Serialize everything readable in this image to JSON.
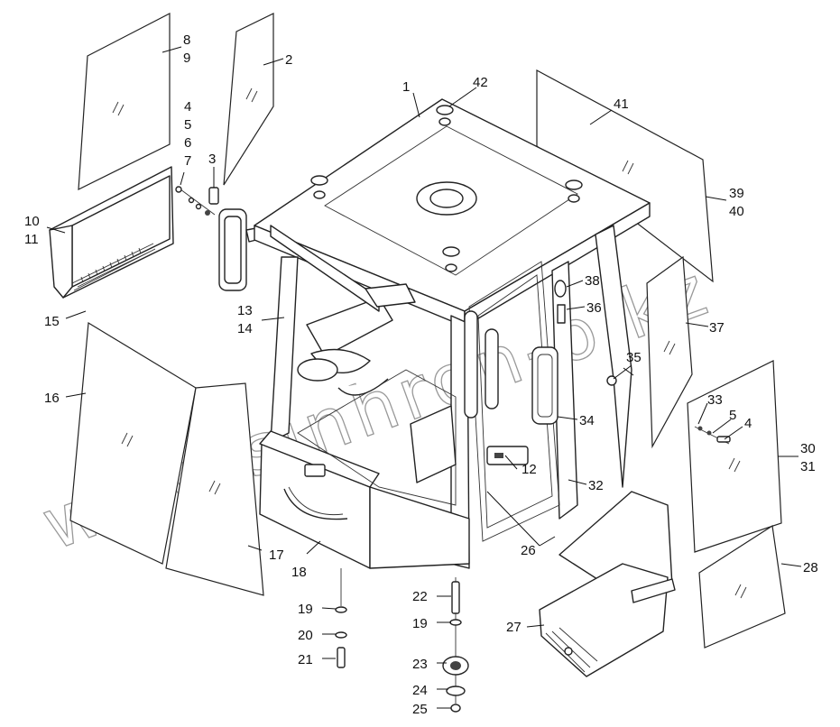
{
  "diagram": {
    "watermark": "www.sinhron-o.kz",
    "callouts": {
      "c1": "1",
      "c2": "2",
      "c3": "3",
      "c4": "4",
      "c5": "5",
      "c6": "6",
      "c7": "7",
      "c8": "8",
      "c9": "9",
      "c10": "10",
      "c11": "11",
      "c12": "12",
      "c13": "13",
      "c14": "14",
      "c15": "15",
      "c16": "16",
      "c17": "17",
      "c18": "18",
      "c19a": "19",
      "c19b": "19",
      "c20": "20",
      "c21": "21",
      "c22": "22",
      "c23": "23",
      "c24": "24",
      "c25": "25",
      "c26": "26",
      "c27": "27",
      "c28": "28",
      "c30": "30",
      "c31": "31",
      "c32": "32",
      "c33": "33",
      "c34": "34",
      "c35": "35",
      "c36": "36",
      "c37": "37",
      "c38": "38",
      "c39": "39",
      "c40": "40",
      "c41": "41",
      "c42": "42",
      "c4b": "4",
      "c5b": "5"
    }
  }
}
